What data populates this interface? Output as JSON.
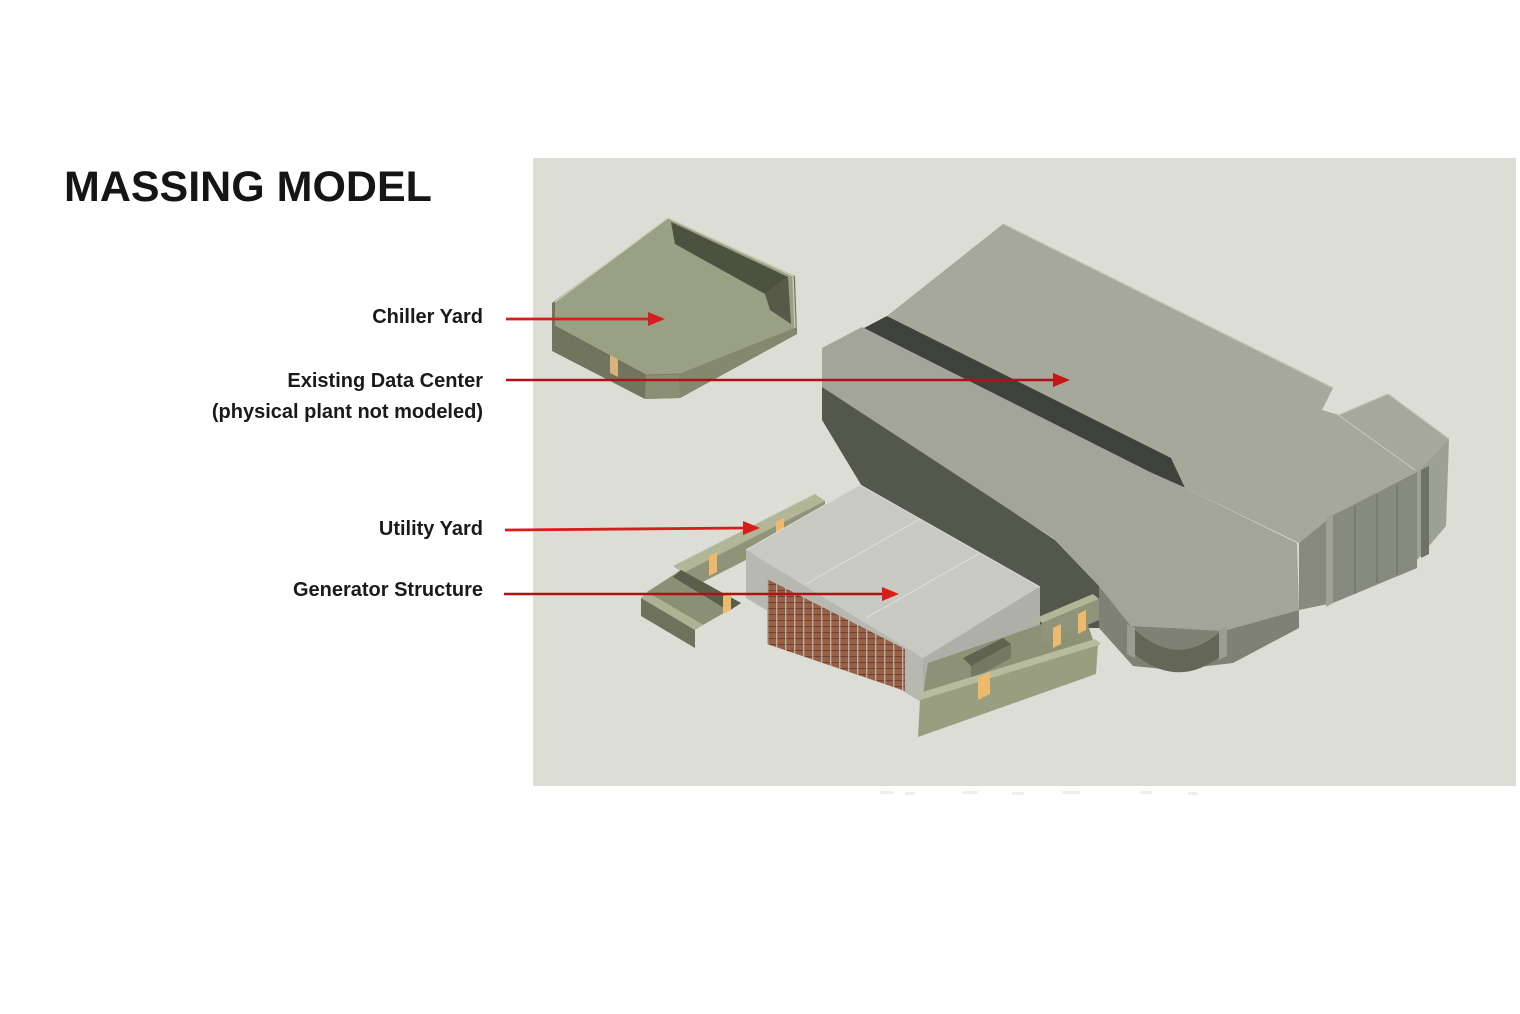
{
  "slide": {
    "title": "MASSING MODEL"
  },
  "annotations": [
    {
      "id": "chiller-yard",
      "label": "Chiller Yard"
    },
    {
      "id": "existing-data-center",
      "label_line1": "Existing Data Center",
      "label_line2": "(physical plant not modeled)"
    },
    {
      "id": "utility-yard",
      "label": "Utility Yard"
    },
    {
      "id": "generator-structure",
      "label": "Generator Structure"
    }
  ],
  "colors": {
    "arrow_red_bright": "#d81d1d",
    "arrow_red_dark": "#b01114",
    "render_background": "#dcded6",
    "roof_gray": "#a6a89c",
    "yard_olive": "#9aa083",
    "louver_brown": "#9a6046",
    "door_tan": "#ecb96d",
    "title_color": "#151515"
  }
}
